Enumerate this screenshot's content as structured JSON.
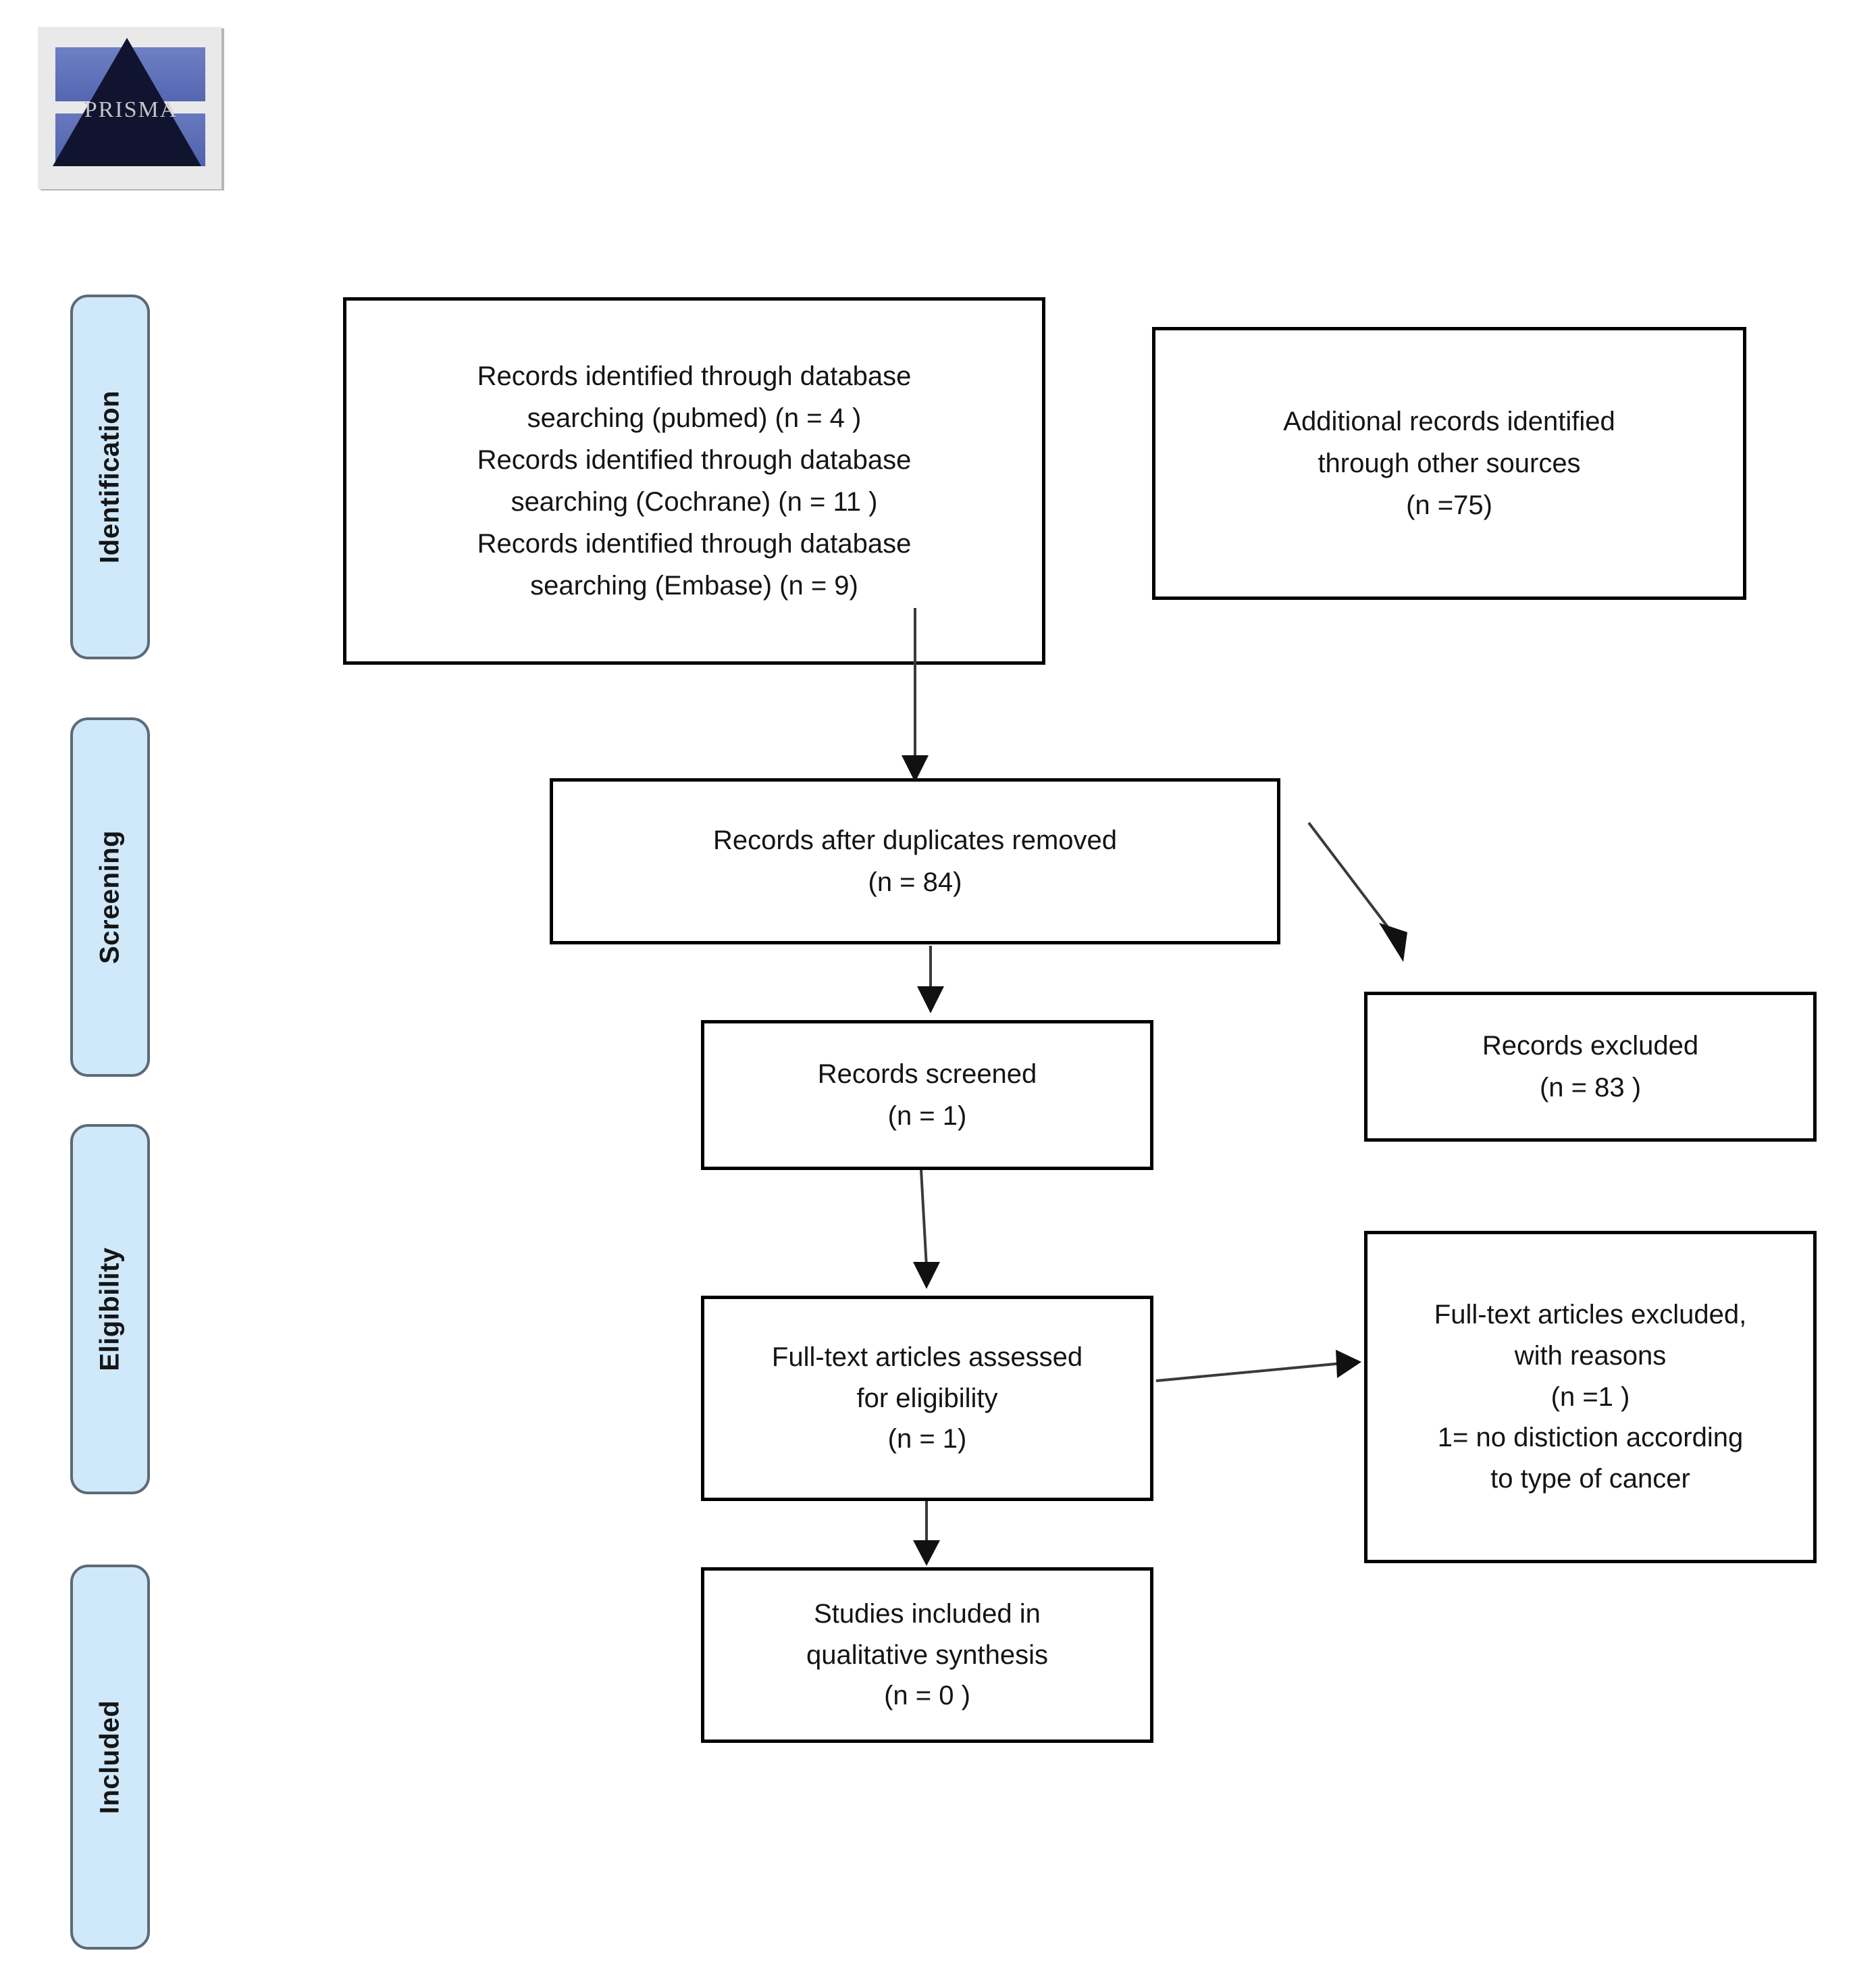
{
  "logo": {
    "alt_name": "PRISMA",
    "wordmark": "PRISMA"
  },
  "stages": [
    {
      "id": "identification",
      "label": "Identification"
    },
    {
      "id": "screening",
      "label": "Screening"
    },
    {
      "id": "eligibility",
      "label": "Eligibility"
    },
    {
      "id": "included",
      "label": "Included"
    }
  ],
  "boxes": {
    "identified_database": {
      "text": "Records identified through database\nsearching (pubmed) (n =  4  )\nRecords identified through database\nsearching (Cochrane) (n =  11 )\nRecords identified through database\nsearching (Embase) (n =  9)"
    },
    "additional_records": {
      "text": "Additional records identified\nthrough other sources\n(n =75)"
    },
    "duplicates_removed": {
      "text": "Records after duplicates removed\n(n = 84)"
    },
    "records_screened": {
      "text": "Records screened\n(n = 1)"
    },
    "records_excluded": {
      "text": "Records excluded\n(n = 83 )"
    },
    "fulltext_assessed": {
      "text": "Full-text articles assessed\nfor eligibility\n(n = 1)"
    },
    "fulltext_excluded": {
      "text": "Full-text articles excluded,\nwith reasons\n(n =1  )\n1= no distiction according\nto type of cancer"
    },
    "studies_included": {
      "text": "Studies included in\nqualitative synthesis\n(n = 0 )"
    }
  },
  "chart_data": {
    "type": "diagram",
    "title": "PRISMA flow diagram",
    "nodes": [
      {
        "id": "identified_database",
        "stage": "Identification",
        "label": "Records identified through database searching",
        "sources": [
          {
            "database": "pubmed",
            "n": 4
          },
          {
            "database": "Cochrane",
            "n": 11
          },
          {
            "database": "Embase",
            "n": 9
          }
        ]
      },
      {
        "id": "additional_records",
        "stage": "Identification",
        "label": "Additional records identified through other sources",
        "n": 75
      },
      {
        "id": "duplicates_removed",
        "stage": "Screening",
        "label": "Records after duplicates removed",
        "n": 84
      },
      {
        "id": "records_screened",
        "stage": "Screening",
        "label": "Records screened",
        "n": 1
      },
      {
        "id": "records_excluded",
        "stage": "Screening",
        "label": "Records excluded",
        "n": 83
      },
      {
        "id": "fulltext_assessed",
        "stage": "Eligibility",
        "label": "Full-text articles assessed for eligibility",
        "n": 1
      },
      {
        "id": "fulltext_excluded",
        "stage": "Eligibility",
        "label": "Full-text articles excluded, with reasons",
        "n": 1,
        "reasons": [
          "1= no distiction according to type of cancer"
        ]
      },
      {
        "id": "studies_included",
        "stage": "Included",
        "label": "Studies included in qualitative synthesis",
        "n": 0
      }
    ],
    "edges": [
      {
        "from": "identified_database",
        "to": "duplicates_removed"
      },
      {
        "from": "duplicates_removed",
        "to": "records_excluded"
      },
      {
        "from": "duplicates_removed",
        "to": "records_screened"
      },
      {
        "from": "records_screened",
        "to": "fulltext_assessed"
      },
      {
        "from": "fulltext_assessed",
        "to": "fulltext_excluded"
      },
      {
        "from": "fulltext_assessed",
        "to": "studies_included"
      }
    ]
  },
  "colors": {
    "stage_fill": "#cfe9fb",
    "stage_border": "#5d6a75",
    "box_border": "#000000",
    "connector": "#3a3a3a",
    "text": "#141414"
  }
}
